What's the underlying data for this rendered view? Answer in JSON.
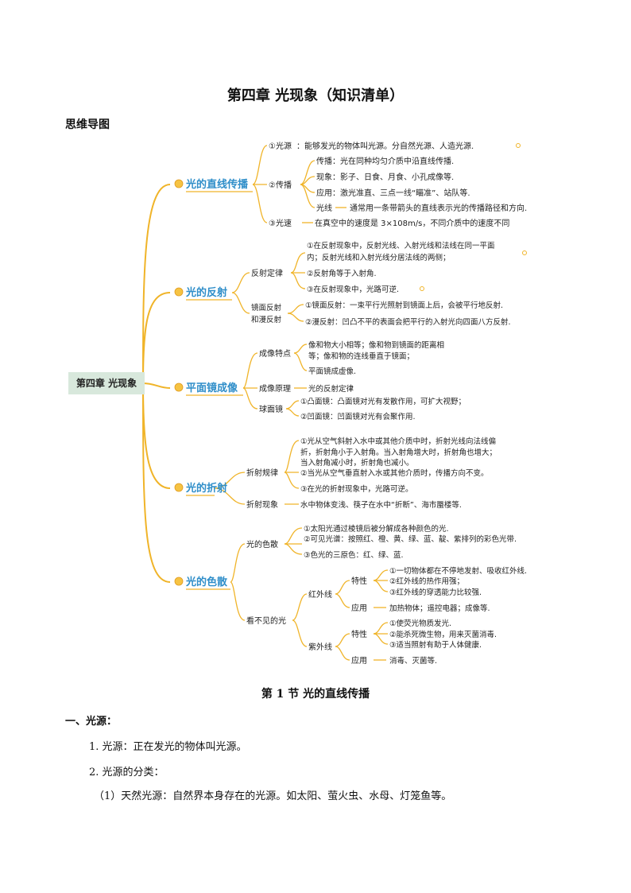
{
  "title": "第四章 光现象（知识清单）",
  "subtitle": "思维导图",
  "mindmap": {
    "root": "第四章 光现象",
    "branches": {
      "zhixian": {
        "label": "光的直线传播",
        "ls_label": "①光源",
        "ls_text": "：能够发光的物体叫光源。分自然光源、人造光源.",
        "cb_label": "②传播",
        "cb_items": [
          "传播：光在同种均匀介质中沿直线传播.",
          "现象：影子、日食、月食、小孔成像等.",
          "应用：激光准直、三点一线“瞄准”、站队等."
        ],
        "gx_label": "光线",
        "gx_text": "通常用一条带箭头的直线表示光的传播路径和方向.",
        "gs_label": "③光速",
        "gs_text": "在真空中的速度是 3×108m/s，不同介质中的速度不同"
      },
      "fanshe": {
        "label": "光的反射",
        "law_label": "反射定律",
        "law_items": [
          "①在反射现象中，反射光线、入射光线和法线在同一平面",
          "内；反射光线和入射光线分居法线的两侧；",
          "②反射角等于入射角.",
          "③在反射现象中，光路可逆."
        ],
        "type_label1": "镜面反射",
        "type_label2": "和漫反射",
        "type_items": [
          "①镜面反射：一束平行光照射到镜面上后，会被平行地反射.",
          "②漫反射：凹凸不平的表面会把平行的入射光向四面八方反射."
        ]
      },
      "pingmian": {
        "label": "平面镜成像",
        "tedian_label": "成像特点",
        "tedian_items": [
          "像和物大小相等；像和物到镜面的距离相",
          "等；像和物的连线垂直于镜面；",
          "平面镜成虚像."
        ],
        "yuanli_label": "成像原理",
        "yuanli_text": "光的反射定律",
        "qiu_label": "球面镜",
        "qiu_items": [
          "①凸面镜：凸面镜对光有发散作用，可扩大视野；",
          "②凹面镜：凹面镜对光有会聚作用."
        ]
      },
      "zheshe": {
        "label": "光的折射",
        "law_label": "折射规律",
        "law_items": [
          "①光从空气斜射入水中或其他介质中时，折射光线向法线偏",
          "折，折射角小于入射角。当入射角增大时，折射角也增大；",
          "当入射角减小时，折射角也减小。",
          "②当光从空气垂直射入水或其他介质时，传播方向不变。",
          "③在光的折射现象中，光路可逆。"
        ],
        "phen_label": "折射现象",
        "phen_text": "水中物体变浅、筷子在水中“折断”、海市蜃楼等."
      },
      "sesan": {
        "label": "光的色散",
        "color_label": "光的色散",
        "color_items": [
          "①太阳光通过棱镜后被分解成各种颜色的光.",
          "②可见光谱：按照红、橙、黄、绿、蓝、靛、紫排列的彩色光带.",
          "③色光的三原色：红、绿、蓝."
        ],
        "invisible_label": "看不见的光",
        "ir_label": "红外线",
        "ir_tx_label": "特性",
        "ir_tx_items": [
          "①一切物体都在不停地发射、吸收红外线.",
          "②红外线的热作用强；",
          "③红外线的穿透能力比较强."
        ],
        "ir_yy_label": "应用",
        "ir_yy_text": "加热物体；遥控电器；成像等.",
        "uv_label": "紫外线",
        "uv_tx_label": "特性",
        "uv_tx_items": [
          "①使荧光物质发光.",
          "②能杀死微生物，用来灭菌消毒.",
          "③适当照射有助于人体健康."
        ],
        "uv_yy_label": "应用",
        "uv_yy_text": "消毒、灭菌等."
      }
    }
  },
  "section": {
    "title": "第 1 节  光的直线传播",
    "h1": "一、光源：",
    "p1": "1. 光源：正在发光的物体叫光源。",
    "p2": "2. 光源的分类：",
    "p3": "（1）天然光源：自然界本身存在的光源。如太阳、萤火虫、水母、灯笼鱼等。"
  },
  "colors": {
    "branch": "#f0b429",
    "category": "#2f8ec9",
    "root_bg": "#d8e8dc"
  }
}
